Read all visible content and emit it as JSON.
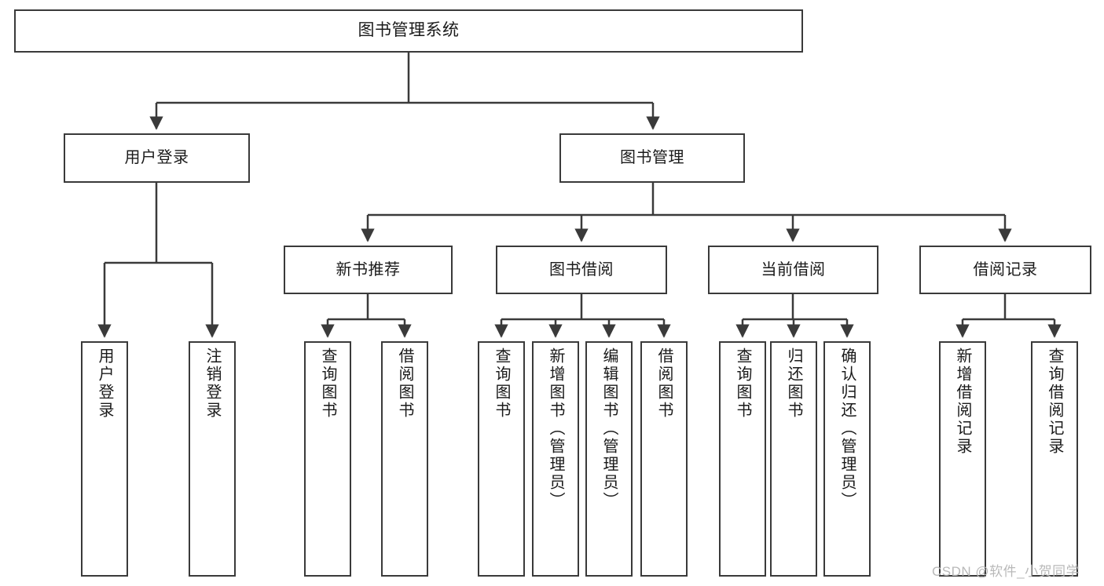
{
  "diagram": {
    "title": "图书管理系统",
    "watermark": "CSDN @软件_小贺同学",
    "levels": {
      "root": "图书管理系统",
      "level2": [
        "用户登录",
        "图书管理"
      ],
      "level3": [
        "新书推荐",
        "图书借阅",
        "当前借阅",
        "借阅记录"
      ]
    },
    "nodes": {
      "root": {
        "label": "图书管理系统"
      },
      "user_login": {
        "label": "用户登录"
      },
      "book_manage": {
        "label": "图书管理"
      },
      "new_book_rec": {
        "label": "新书推荐"
      },
      "book_borrow": {
        "label": "图书借阅"
      },
      "current_borrow": {
        "label": "当前借阅"
      },
      "borrow_record": {
        "label": "借阅记录"
      },
      "leaf_user_login": {
        "label": "用户登录"
      },
      "leaf_logout": {
        "label": "注销登录"
      },
      "leaf_query_book_1": {
        "label": "查询图书"
      },
      "leaf_borrow_book_1": {
        "label": "借阅图书"
      },
      "leaf_query_book_2": {
        "label": "查询图书"
      },
      "leaf_add_book": {
        "label": "新增图书（管理员）"
      },
      "leaf_edit_book": {
        "label": "编辑图书（管理员）"
      },
      "leaf_borrow_book_2": {
        "label": "借阅图书"
      },
      "leaf_query_book_3": {
        "label": "查询图书"
      },
      "leaf_return_book": {
        "label": "归还图书"
      },
      "leaf_confirm_return": {
        "label": "确认归还（管理员）"
      },
      "leaf_add_record": {
        "label": "新增借阅记录"
      },
      "leaf_query_record": {
        "label": "查询借阅记录"
      }
    },
    "colors": {
      "stroke": "#3a3a3a",
      "text": "#1a1a1a",
      "background": "#ffffff",
      "watermark": "#b9b9b9"
    }
  }
}
